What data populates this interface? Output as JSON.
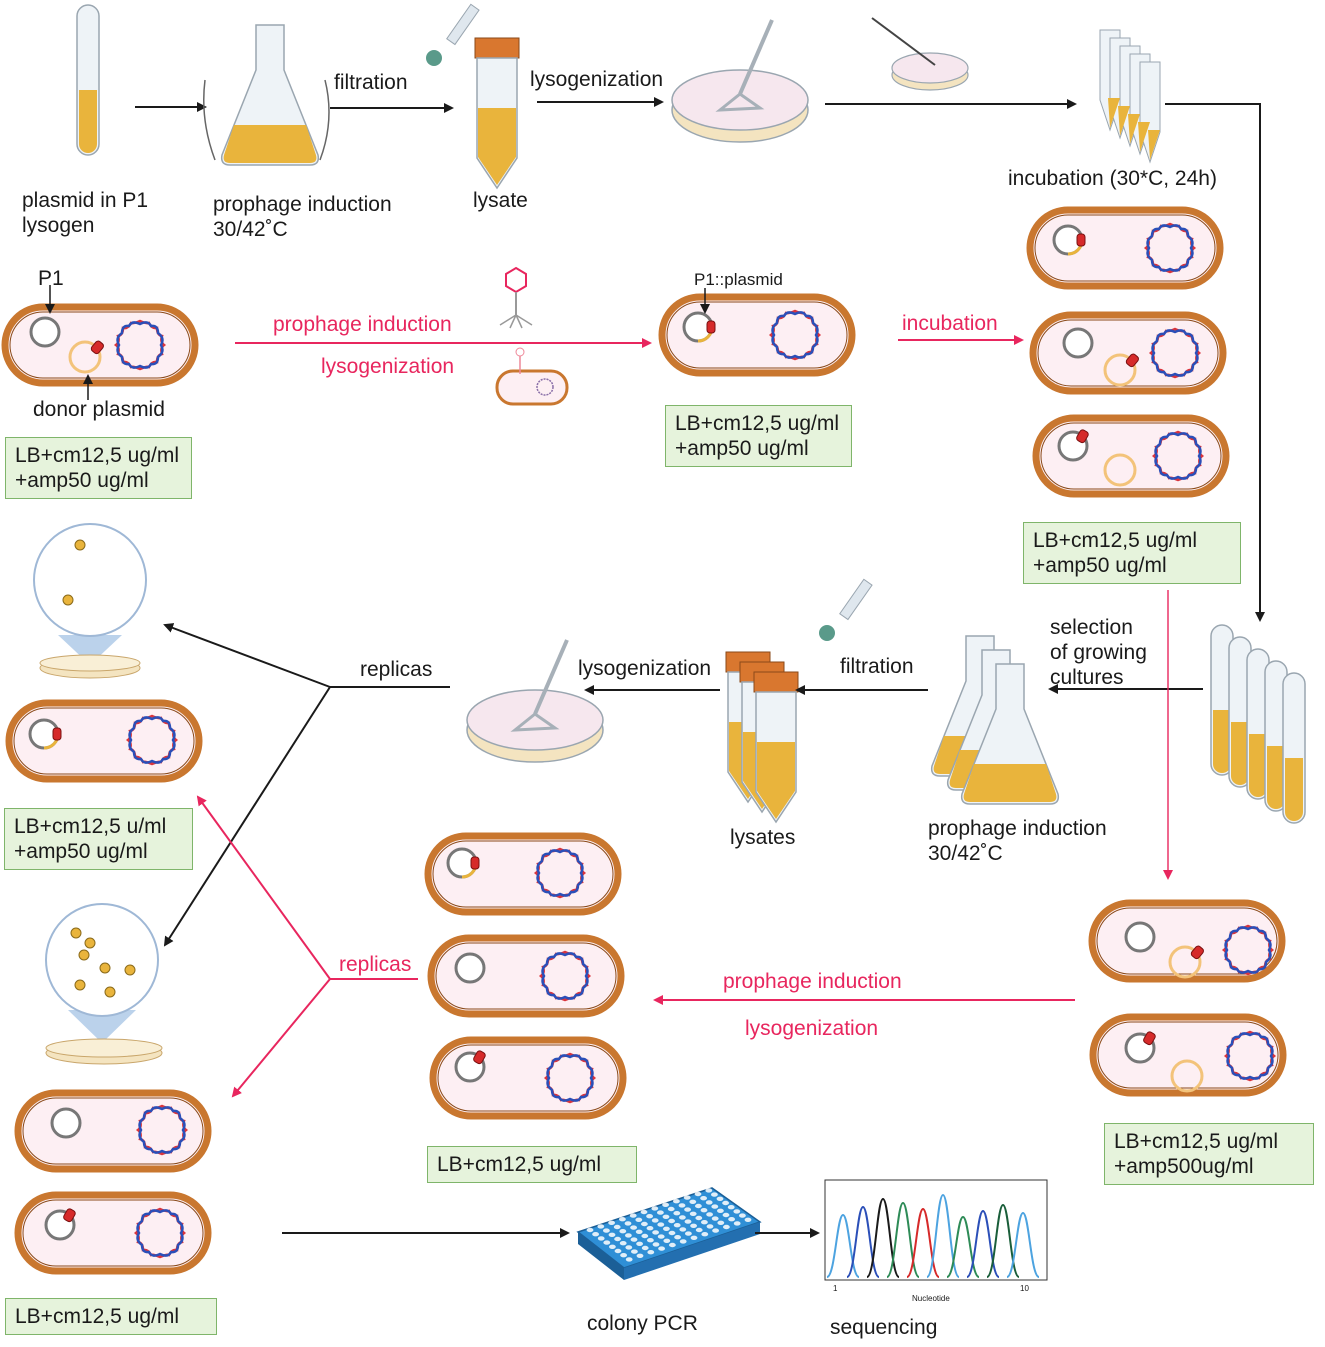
{
  "labels": {
    "plasmid_in_p1": "plasmid in P1\nlysogen",
    "prophage_induction_top": "prophage induction\n30/42˚C",
    "filtration_top": "filtration",
    "lysate": "lysate",
    "lysogenization_top": "lysogenization",
    "incubation_top": "incubation (30*C, 24h)",
    "p1": "P1",
    "donor_plasmid": "donor plasmid",
    "prophage_induction_row2": "prophage induction",
    "lysogenization_row2": "lysogenization",
    "p1_plasmid": "P1::plasmid",
    "incubation_row2": "incubation",
    "selection": "selection\nof growing\ncultures",
    "filtration_mid": "filtration",
    "lysogenization_mid": "lysogenization",
    "replicas_top": "replicas",
    "lysates": "lysates",
    "prophage_induction_mid": "prophage induction\n30/42˚C",
    "replicas_pink": "replicas",
    "prophage_induction_low": "prophage induction",
    "lysogenization_low": "lysogenization",
    "colony_pcr": "colony PCR",
    "sequencing": "sequencing",
    "nucleotide_axis": "Nucleotide",
    "axis_start": "1",
    "axis_end": "10"
  },
  "media": {
    "box1": "LB+cm12,5 ug/ml\n+amp50 ug/ml",
    "box2": "LB+cm12,5 ug/ml\n+amp50 ug/ml",
    "box3": "LB+cm12,5 ug/ml\n+amp50 ug/ml",
    "box4": "LB+cm12,5 u/ml\n+amp50 ug/ml",
    "box5": "LB+cm12,5 ug/ml",
    "box6": "LB+cm12,5 ug/ml\n+amp500ug/ml",
    "box7": "LB+cm12,5 ug/ml"
  },
  "colors": {
    "pink_arrow": "#e8265e",
    "cell_wall": "#c9772f",
    "cell_inner": "#fdeff3",
    "culture_yellow": "#e9b43c",
    "green_box": "#e6f3dc",
    "pcr_plate": "#2f8fd6",
    "marker_red": "#d62a2a"
  }
}
